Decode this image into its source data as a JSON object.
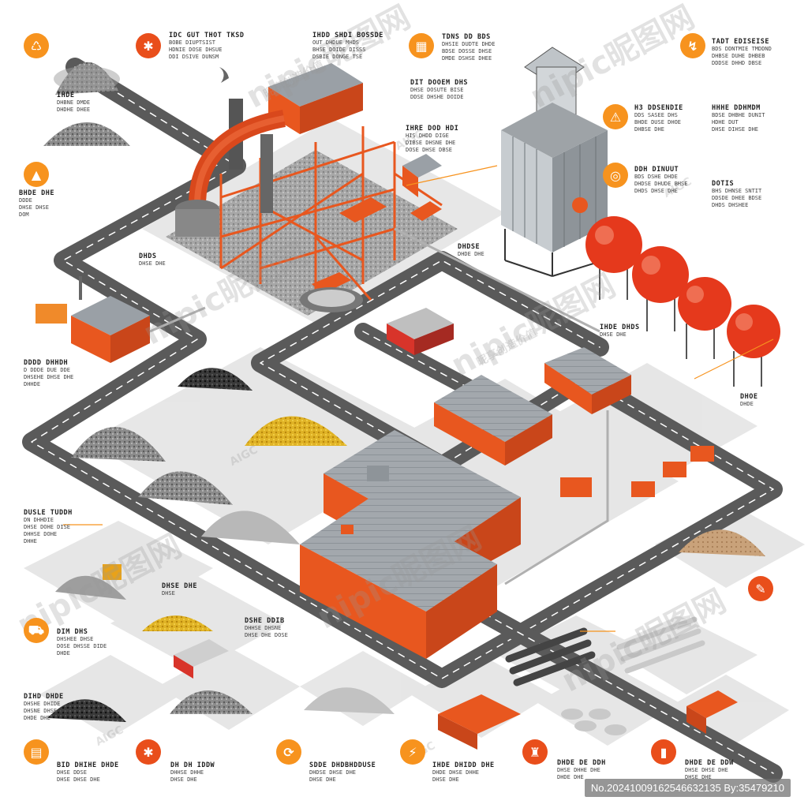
{
  "watermarks": [
    "nipic昵图网",
    "昵享创造价值",
    "AIGC",
    ".com"
  ],
  "footer_id": "No.20241009162546632135 By:35479210",
  "colors": {
    "accent_orange": "#f7931e",
    "accent_red": "#e94e1b",
    "road": "#585858",
    "factory": "#e8571f",
    "roof": "#9aa0a6"
  },
  "icons": [
    {
      "name": "recycle",
      "glyph": "♺",
      "style": "or"
    },
    {
      "name": "gear",
      "glyph": "✱",
      "style": "rd"
    },
    {
      "name": "bricks",
      "glyph": "▦",
      "style": "or"
    },
    {
      "name": "tool",
      "glyph": "↯",
      "style": "or"
    },
    {
      "name": "flame",
      "glyph": "▲",
      "style": "or"
    },
    {
      "name": "warning",
      "glyph": "⚠",
      "style": "or"
    },
    {
      "name": "target",
      "glyph": "◎",
      "style": "or"
    },
    {
      "name": "truck",
      "glyph": "⛟",
      "style": "or"
    },
    {
      "name": "book",
      "glyph": "✎",
      "style": "rd"
    },
    {
      "name": "bolt",
      "glyph": "⚡",
      "style": "rd"
    },
    {
      "name": "chart",
      "glyph": "▤",
      "style": "or"
    },
    {
      "name": "gear2",
      "glyph": "✱",
      "style": "rd"
    },
    {
      "name": "flow",
      "glyph": "⟳",
      "style": "or"
    },
    {
      "name": "tower",
      "glyph": "♜",
      "style": "rd"
    },
    {
      "name": "bar",
      "glyph": "▮",
      "style": "rd"
    }
  ],
  "labels": [
    {
      "h": "IDC GUT THOT TKSD",
      "t": [
        "BOBE DIUPTSIST",
        "HDNIE DOSE DHSUE",
        "DDI DSIVE DUNSM"
      ]
    },
    {
      "h": "IHDD SHDI BOSSDE",
      "t": [
        "OUT DHDUE MHDS",
        "BHSE DOIDE DISSS",
        "DSBIE DONGE TSE"
      ]
    },
    {
      "h": "TDNS DD BDS",
      "t": [
        "DHSIE DUDTE DHDE",
        "BDSE DOSSE DHSE",
        "DMDE DSHSE DHEE"
      ]
    },
    {
      "h": "TADT EDISEISE",
      "t": [
        "BDS DDNTMIE TMDDND",
        "DHBSE DUHE DHBEB",
        "DDDSE DHHD DBSE"
      ]
    },
    {
      "h": "DIT DOOEM DHS",
      "t": [
        "DHSE DOSUTE BISE",
        "DDSE DHSHE DOIDE"
      ]
    },
    {
      "h": "IHRE DOD HDI",
      "t": [
        "HIS DHDD DIGE",
        "DIBSE DHSNE DHE",
        "DOSE DHSE DBSE"
      ]
    },
    {
      "h": "H3 DDSENDIE",
      "t": [
        "DDS SASEE DHS",
        "BHDE DUSE DHOE",
        "DHBSE DHE"
      ]
    },
    {
      "h": "HHHE DDHMDM",
      "t": [
        "BDSE DHBHE DUNIT",
        "HDHE DUT",
        "DHSE DIHSE DHE"
      ]
    },
    {
      "h": "DDH DINUUT",
      "t": [
        "BDS DSHE DHDE",
        "DHDSE DHUDE BHSE",
        "DHDS DHSE DHE"
      ]
    },
    {
      "h": "DOTIS",
      "t": [
        "BHS DHNSE SNTIT",
        "DDSDE DHEE BDSE",
        "DHDS DHSHEE"
      ]
    },
    {
      "h": "IHDE",
      "t": [
        "DHBNE DMDE",
        "DHDHE DHEE"
      ]
    },
    {
      "h": "BHDE DHE",
      "t": [
        "DDDE",
        "DHSE DHSE",
        "DOM"
      ]
    },
    {
      "h": "DDDD DHHDH",
      "t": [
        "D DDDE DUE DDE",
        "DHSEHE DHSE DHE",
        "DHHDE"
      ]
    },
    {
      "h": "DUSLE TUDDH",
      "t": [
        "DN DHHDIE",
        "DHSE DOHE DISE",
        "DHHSE DOHE",
        "DHHE"
      ]
    },
    {
      "h": "DIM DHS",
      "t": [
        "DHSHEE DHSE",
        "DOSE DHSSE DIDE",
        "DHDE"
      ]
    },
    {
      "h": "DIHD DHDE",
      "t": [
        "DHSHE DHIDE",
        "DHSNE DHSE DHE",
        "DHDE DHE"
      ]
    },
    {
      "h": "DSHE DDIB",
      "t": [
        "DHHSE DHSNE",
        "DHSE DHE DOSE"
      ]
    },
    {
      "h": "BID DHIHE DHDE",
      "t": [
        "DHSE DDSE",
        "DHSE DHSE DHE"
      ]
    },
    {
      "h": "DH DH IDDW",
      "t": [
        "DHHSE DHHE",
        "DHSE DHE"
      ]
    },
    {
      "h": "SDDE DHDBHDDUSE",
      "t": [
        "DHDSE DHSE DHE",
        "DHSE DHE"
      ]
    },
    {
      "h": "IHDE DHIDD DHE",
      "t": [
        "DHDE DHSE DHHE",
        "DHSE DHE"
      ]
    },
    {
      "h": "DHDE DE DDH",
      "t": [
        "DHSE DHHE DHE",
        "DHDE DHE"
      ]
    },
    {
      "h": "DHDE DE DDW",
      "t": [
        "DHSE DHSE DHE",
        "DHSE DHE"
      ]
    },
    {
      "h": "DHDS",
      "t": [
        "DHSE DHE"
      ]
    },
    {
      "h": "DHDSE",
      "t": [
        "DHDE DHE"
      ]
    },
    {
      "h": "IHDE DHDS",
      "t": [
        "DHSE DHE"
      ]
    },
    {
      "h": "DHOE",
      "t": [
        "DHDE"
      ]
    },
    {
      "h": "DHSE DHE",
      "t": [
        "DHSE"
      ]
    }
  ]
}
